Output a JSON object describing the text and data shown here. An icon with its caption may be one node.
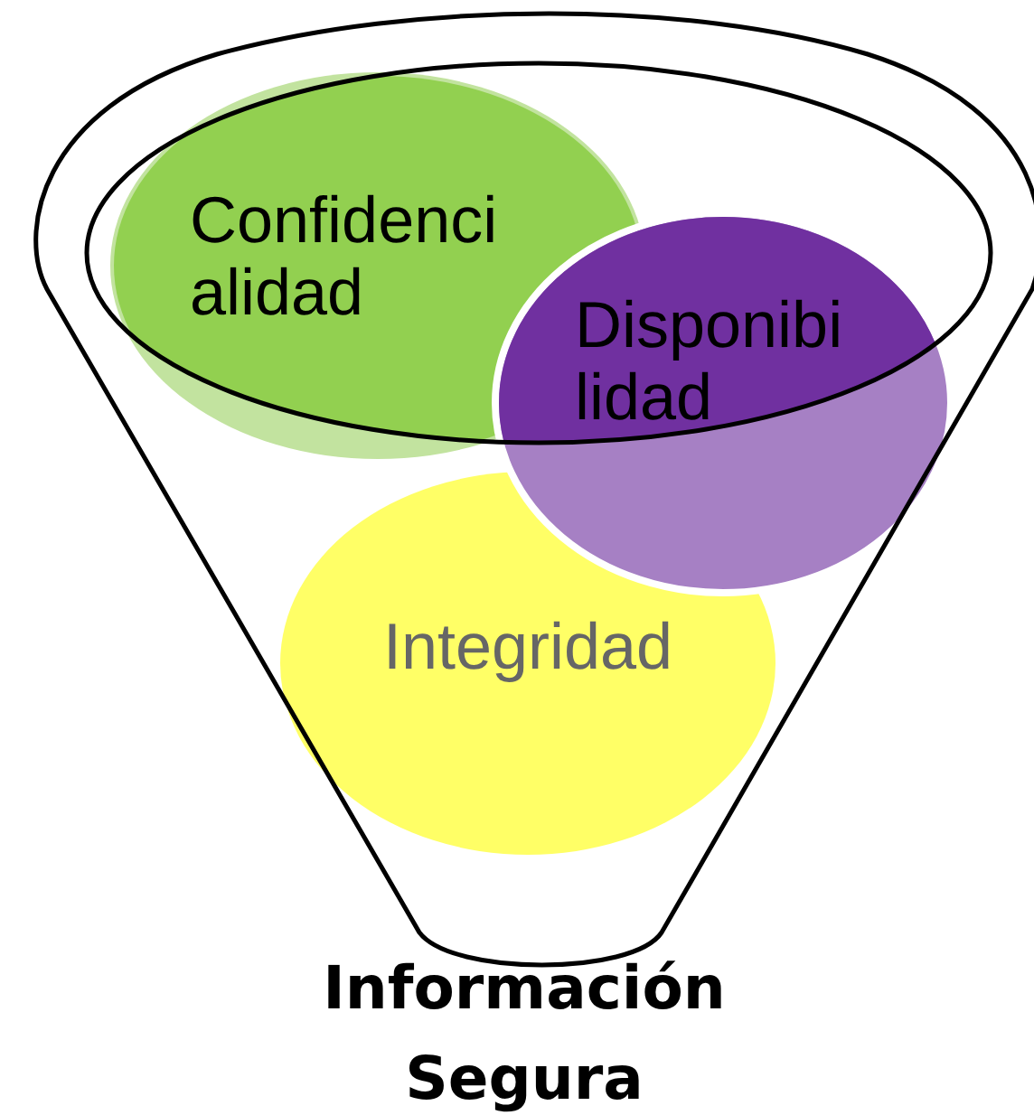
{
  "diagram": {
    "nodes": [
      {
        "text": [
          "Información Segura"
        ]
      },
      {
        "text": [
          "Confidencialidad"
        ],
        "in": 0
      },
      {
        "text": [
          "Disponibilidad"
        ],
        "in": 0
      },
      {
        "text": [
          "Integridad"
        ],
        "in": 0
      }
    ]
  }
}
